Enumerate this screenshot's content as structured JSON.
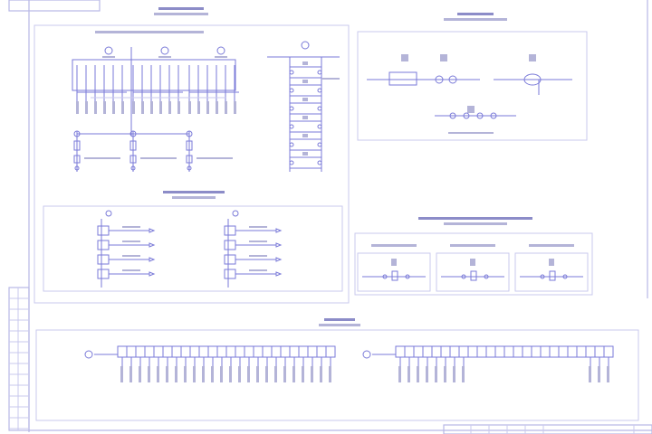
{
  "drawing": {
    "colors": {
      "line": "#7a7ad8",
      "light": "#c9c9ee",
      "frame": "#b8b8e6",
      "text": "#b4b4d8"
    },
    "sections": [
      {
        "id": "main-scheme",
        "breakers": 3,
        "column_cells": 6
      },
      {
        "id": "sub-scheme",
        "devices": 2
      },
      {
        "id": "right-scheme",
        "devices": 4
      },
      {
        "id": "aux-scheme",
        "panels": 3
      },
      {
        "id": "terminal-strips",
        "strips": [
          {
            "terminals": 24
          },
          {
            "terminals": 24
          }
        ]
      }
    ]
  }
}
